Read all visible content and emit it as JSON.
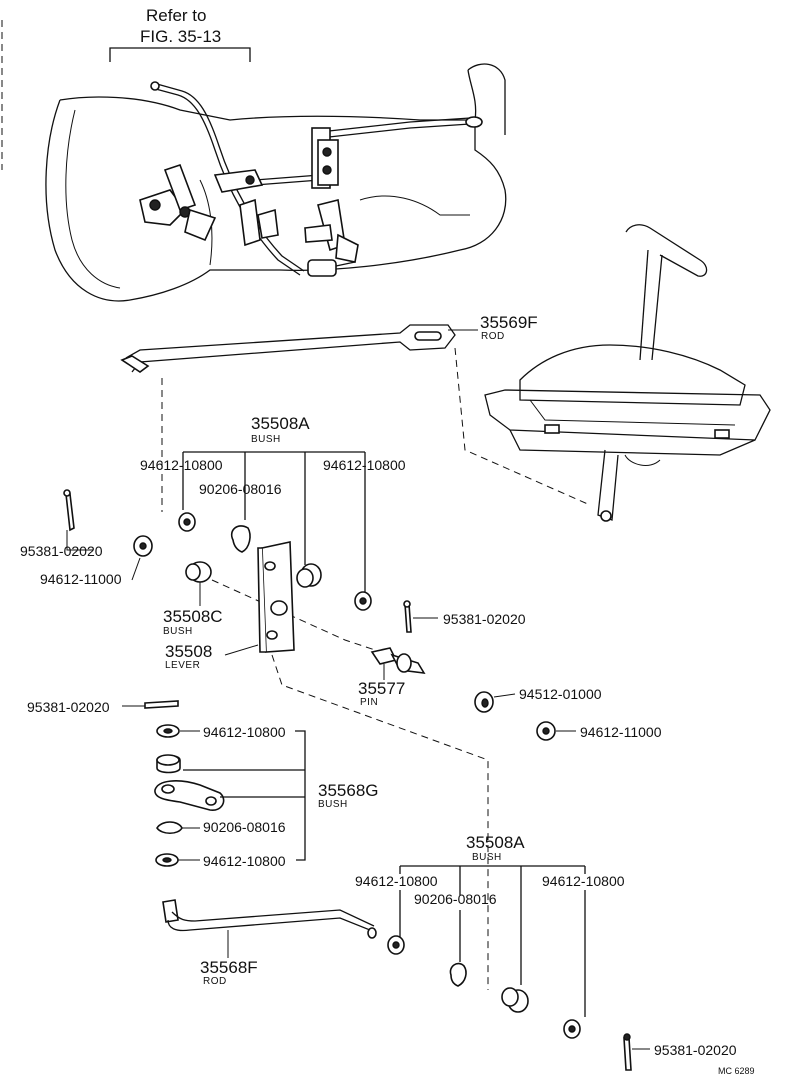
{
  "refer": {
    "line1": "Refer to",
    "line2": "FIG. 35-13"
  },
  "labels": {
    "rod_35569f": {
      "code": "35569F",
      "name": "ROD"
    },
    "bush_35508a_top": {
      "code": "35508A",
      "name": "BUSH"
    },
    "p94612_10800_a": "94612-10800",
    "p90206_08016_a": "90206-08016",
    "p94612_10800_b": "94612-10800",
    "p95381_02020_a": "95381-02020",
    "p94612_11000_a": "94612-11000",
    "bush_35508c": {
      "code": "35508C",
      "name": "BUSH"
    },
    "lever_35508": {
      "code": "35508",
      "name": "LEVER"
    },
    "p95381_02020_b": "95381-02020",
    "pin_35577": {
      "code": "35577",
      "name": "PIN"
    },
    "p94512_01000": "94512-01000",
    "p94612_11000_b": "94612-11000",
    "p95381_02020_c": "95381-02020",
    "p94612_10800_c": "94612-10800",
    "bush_35568g": {
      "code": "35568G",
      "name": "BUSH"
    },
    "p90206_08016_b": "90206-08016",
    "p94612_10800_d": "94612-10800",
    "bush_35508a_bottom": {
      "code": "35508A",
      "name": "BUSH"
    },
    "p94612_10800_e": "94612-10800",
    "p90206_08016_c": "90206-08016",
    "p94612_10800_f": "94612-10800",
    "rod_35568f": {
      "code": "35568F",
      "name": "ROD"
    },
    "p95381_02020_d": "95381-02020",
    "figure_code": "MC 6289"
  }
}
